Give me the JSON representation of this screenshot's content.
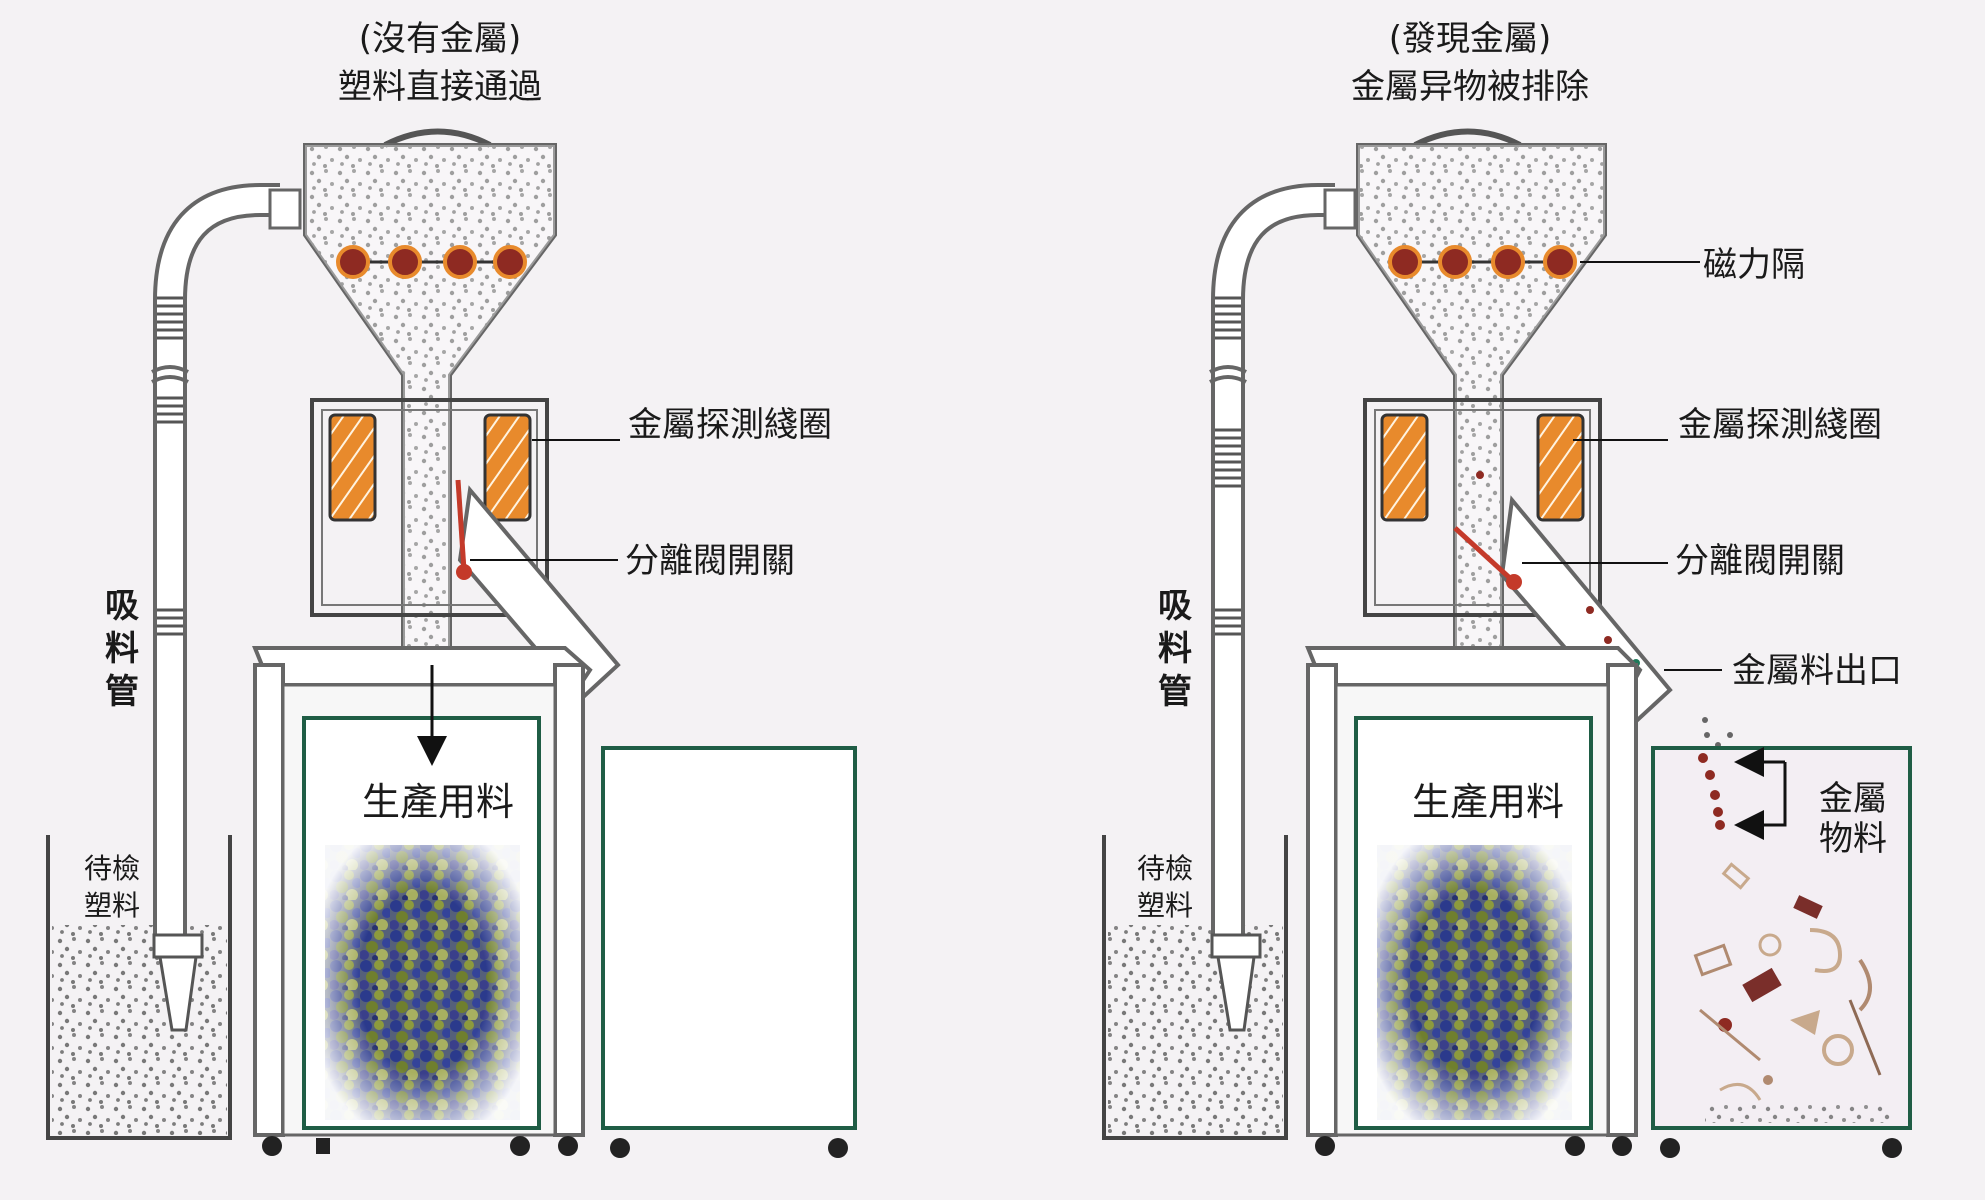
{
  "left": {
    "title_line1": "(沒有金屬)",
    "title_line2": "塑料直接通過",
    "label_coil": "金屬探測綫圈",
    "label_valve": "分離閥開關",
    "label_suction": [
      "吸",
      "料",
      "管"
    ],
    "label_pending": [
      "待檢",
      "塑料"
    ],
    "label_production": "生產用料"
  },
  "right": {
    "title_line1": "(發現金屬)",
    "title_line2": "金屬异物被排除",
    "label_magnet": "磁力隔",
    "label_coil": "金屬探測綫圈",
    "label_valve": "分離閥開關",
    "label_outlet": "金屬料出口",
    "label_suction": [
      "吸",
      "料",
      "管"
    ],
    "label_pending": [
      "待檢",
      "塑料"
    ],
    "label_production": "生產用料",
    "label_metal": [
      "金屬",
      "物料"
    ]
  },
  "colors": {
    "background": "#f4f2f4",
    "machine_outline": "#666666",
    "coil_fill": "#e88a2c",
    "magnet_fill": "#8e2a22",
    "bin_border": "#1f5d45",
    "valve_red": "#c43a2a",
    "pellet": "#666666"
  }
}
